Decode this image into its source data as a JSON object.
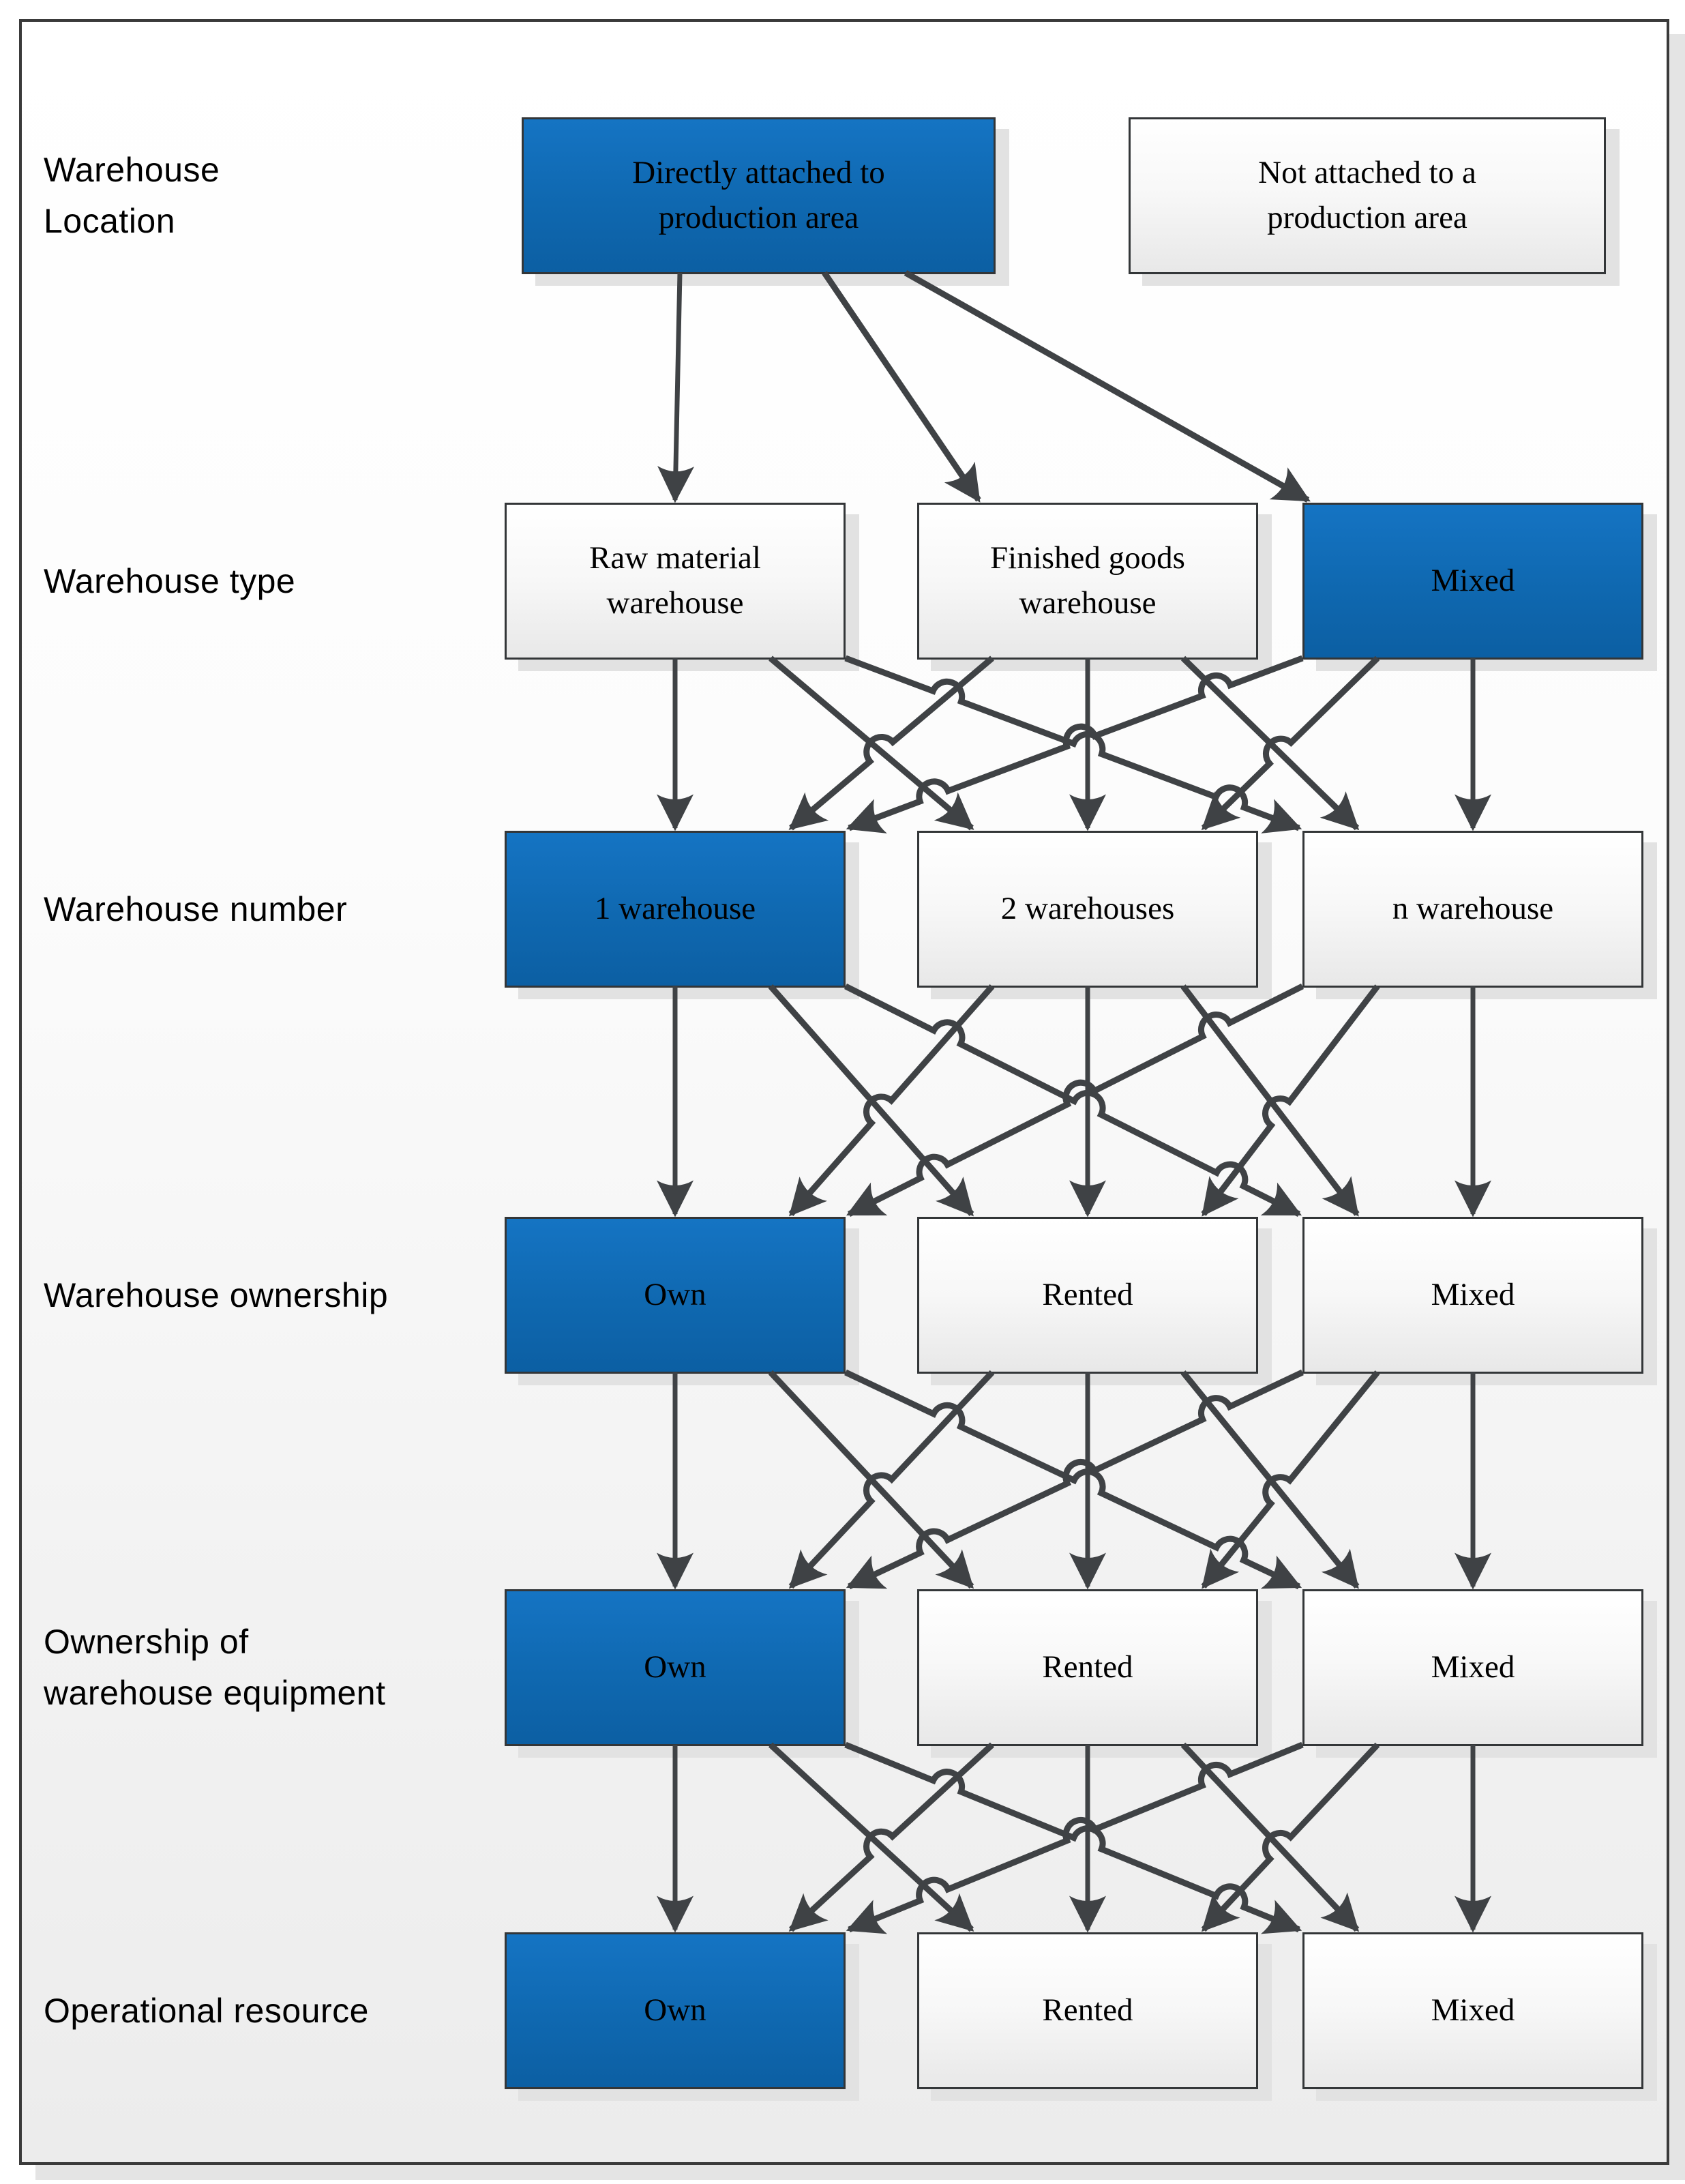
{
  "diagram": {
    "accent_top": "#1574c3",
    "accent_mid": "#0f68b0",
    "accent_bottom": "#0c5fa3",
    "line_color": "#3f4245",
    "box_border_color": "#333638",
    "selected_meaning": "highlighted-path",
    "rows": [
      {
        "id": "location",
        "label": "Warehouse\nLocation",
        "boxes": [
          {
            "id": "directly-attached",
            "text": "Directly attached to\nproduction area",
            "selected": true
          },
          {
            "id": "not-attached",
            "text": "Not attached to a\nproduction area",
            "selected": false
          }
        ]
      },
      {
        "id": "type",
        "label": "Warehouse type",
        "boxes": [
          {
            "id": "raw-material",
            "text": "Raw material\nwarehouse",
            "selected": false
          },
          {
            "id": "finished-goods",
            "text": "Finished goods\nwarehouse",
            "selected": false
          },
          {
            "id": "mixed-type",
            "text": "Mixed",
            "selected": true
          }
        ]
      },
      {
        "id": "number",
        "label": "Warehouse number",
        "boxes": [
          {
            "id": "one-warehouse",
            "text": "1 warehouse",
            "selected": true
          },
          {
            "id": "two-warehouses",
            "text": "2 warehouses",
            "selected": false
          },
          {
            "id": "n-warehouse",
            "text": "n warehouse",
            "selected": false
          }
        ]
      },
      {
        "id": "ownership",
        "label": "Warehouse ownership",
        "boxes": [
          {
            "id": "own-warehouse",
            "text": "Own",
            "selected": true
          },
          {
            "id": "rented-warehouse",
            "text": "Rented",
            "selected": false
          },
          {
            "id": "mixed-warehouse",
            "text": "Mixed",
            "selected": false
          }
        ]
      },
      {
        "id": "equipment",
        "label": "Ownership of\nwarehouse equipment",
        "boxes": [
          {
            "id": "own-equipment",
            "text": "Own",
            "selected": true
          },
          {
            "id": "rented-equipment",
            "text": "Rented",
            "selected": false
          },
          {
            "id": "mixed-equipment",
            "text": "Mixed",
            "selected": false
          }
        ]
      },
      {
        "id": "resource",
        "label": "Operational resource",
        "boxes": [
          {
            "id": "own-resource",
            "text": "Own",
            "selected": true
          },
          {
            "id": "rented-resource",
            "text": "Rented",
            "selected": false
          },
          {
            "id": "mixed-resource",
            "text": "Mixed",
            "selected": false
          }
        ]
      }
    ],
    "edges": [
      {
        "from": "directly-attached",
        "to": "raw-material"
      },
      {
        "from": "directly-attached",
        "to": "finished-goods"
      },
      {
        "from": "directly-attached",
        "to": "mixed-type"
      },
      {
        "from": "raw-material",
        "to": "one-warehouse"
      },
      {
        "from": "raw-material",
        "to": "two-warehouses"
      },
      {
        "from": "raw-material",
        "to": "n-warehouse"
      },
      {
        "from": "finished-goods",
        "to": "one-warehouse"
      },
      {
        "from": "finished-goods",
        "to": "two-warehouses"
      },
      {
        "from": "finished-goods",
        "to": "n-warehouse"
      },
      {
        "from": "mixed-type",
        "to": "one-warehouse"
      },
      {
        "from": "mixed-type",
        "to": "two-warehouses"
      },
      {
        "from": "mixed-type",
        "to": "n-warehouse"
      },
      {
        "from": "one-warehouse",
        "to": "own-warehouse"
      },
      {
        "from": "one-warehouse",
        "to": "rented-warehouse"
      },
      {
        "from": "one-warehouse",
        "to": "mixed-warehouse"
      },
      {
        "from": "two-warehouses",
        "to": "own-warehouse"
      },
      {
        "from": "two-warehouses",
        "to": "rented-warehouse"
      },
      {
        "from": "two-warehouses",
        "to": "mixed-warehouse"
      },
      {
        "from": "n-warehouse",
        "to": "own-warehouse"
      },
      {
        "from": "n-warehouse",
        "to": "rented-warehouse"
      },
      {
        "from": "n-warehouse",
        "to": "mixed-warehouse"
      },
      {
        "from": "own-warehouse",
        "to": "own-equipment"
      },
      {
        "from": "own-warehouse",
        "to": "rented-equipment"
      },
      {
        "from": "own-warehouse",
        "to": "mixed-equipment"
      },
      {
        "from": "rented-warehouse",
        "to": "own-equipment"
      },
      {
        "from": "rented-warehouse",
        "to": "rented-equipment"
      },
      {
        "from": "rented-warehouse",
        "to": "mixed-equipment"
      },
      {
        "from": "mixed-warehouse",
        "to": "own-equipment"
      },
      {
        "from": "mixed-warehouse",
        "to": "rented-equipment"
      },
      {
        "from": "mixed-warehouse",
        "to": "mixed-equipment"
      },
      {
        "from": "own-equipment",
        "to": "own-resource"
      },
      {
        "from": "own-equipment",
        "to": "rented-resource"
      },
      {
        "from": "own-equipment",
        "to": "mixed-resource"
      },
      {
        "from": "rented-equipment",
        "to": "own-resource"
      },
      {
        "from": "rented-equipment",
        "to": "rented-resource"
      },
      {
        "from": "rented-equipment",
        "to": "mixed-resource"
      },
      {
        "from": "mixed-equipment",
        "to": "own-resource"
      },
      {
        "from": "mixed-equipment",
        "to": "rented-resource"
      },
      {
        "from": "mixed-equipment",
        "to": "mixed-resource"
      }
    ]
  }
}
